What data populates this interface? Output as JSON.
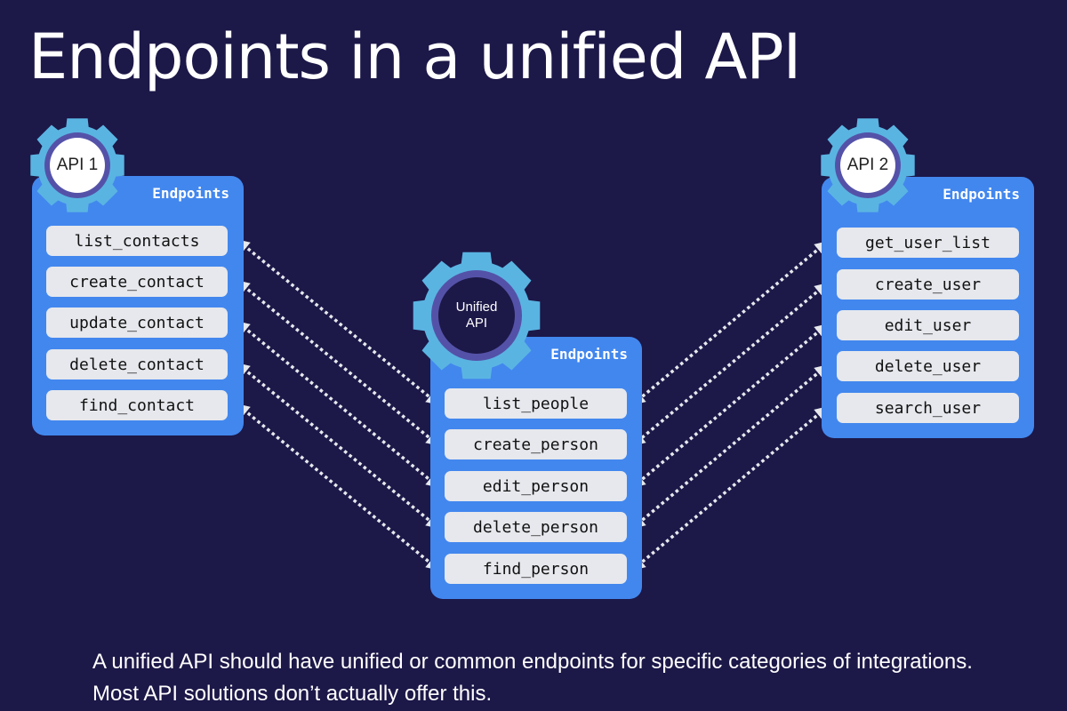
{
  "title": "Endpoints in a unified API",
  "caption": "A unified API should have unified or common endpoints for specific categories of integrations. Most API solutions don’t actually offer this.",
  "colors": {
    "background": "#1c1848",
    "panel": "#4287ee",
    "endpoint_box": "#e6e8ed",
    "gear_outer": "#5ab4e2",
    "gear_ring": "#5452a8",
    "arrow": "#e6e8ed"
  },
  "api1": {
    "label": "API 1",
    "header": "Endpoints",
    "endpoints": [
      "list_contacts",
      "create_contact",
      "update_contact",
      "delete_contact",
      "find_contact"
    ]
  },
  "unified": {
    "label_line1": "Unified",
    "label_line2": "API",
    "header": "Endpoints",
    "endpoints": [
      "list_people",
      "create_person",
      "edit_person",
      "delete_person",
      "find_person"
    ]
  },
  "api2": {
    "label": "API 2",
    "header": "Endpoints",
    "endpoints": [
      "get_user_list",
      "create_user",
      "edit_user",
      "delete_user",
      "search_user"
    ]
  },
  "connections": [
    {
      "from": "api1.list_contacts",
      "to": "unified.list_people",
      "direction": "bidirectional"
    },
    {
      "from": "api1.create_contact",
      "to": "unified.create_person",
      "direction": "bidirectional"
    },
    {
      "from": "api1.update_contact",
      "to": "unified.edit_person",
      "direction": "bidirectional"
    },
    {
      "from": "api1.delete_contact",
      "to": "unified.delete_person",
      "direction": "bidirectional"
    },
    {
      "from": "api1.find_contact",
      "to": "unified.find_person",
      "direction": "bidirectional"
    },
    {
      "from": "api2.get_user_list",
      "to": "unified.list_people",
      "direction": "bidirectional"
    },
    {
      "from": "api2.create_user",
      "to": "unified.create_person",
      "direction": "bidirectional"
    },
    {
      "from": "api2.edit_user",
      "to": "unified.edit_person",
      "direction": "bidirectional"
    },
    {
      "from": "api2.delete_user",
      "to": "unified.delete_person",
      "direction": "bidirectional"
    },
    {
      "from": "api2.search_user",
      "to": "unified.find_person",
      "direction": "bidirectional"
    }
  ]
}
